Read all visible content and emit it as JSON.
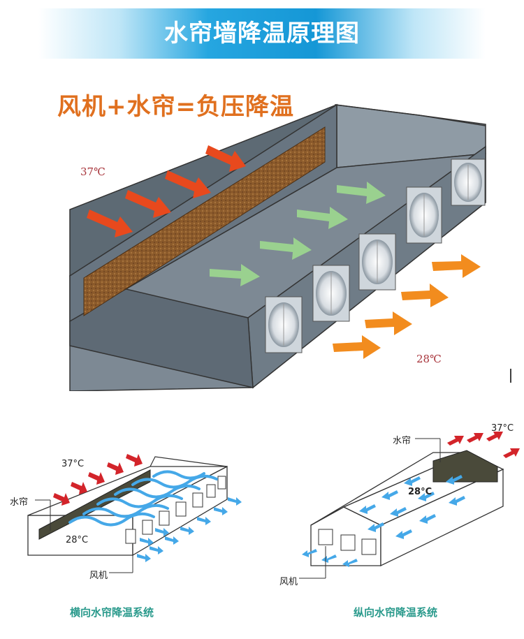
{
  "header": {
    "title": "水帘墙降温原理图",
    "bg_color": "#1597d6"
  },
  "main_diagram": {
    "formula": "风机+水帘=负压降温",
    "temp_outside": "37℃",
    "temp_inside": "28℃"
  },
  "left_diagram": {
    "temp_outside": "37°C",
    "temp_inside": "28°C",
    "label_curtain": "水帘",
    "label_fan": "风机",
    "caption": "横向水帘降温系统"
  },
  "right_diagram": {
    "temp_outside": "37°C",
    "temp_inside": "28°C",
    "label_curtain": "水帘",
    "label_fan": "风机",
    "caption": "纵向水帘降温系统"
  },
  "colors": {
    "hot_arrow": "#e8491d",
    "cool_arrow": "#9ad18f",
    "exhaust_arrow": "#f28c1e",
    "wall": "#6d7a85",
    "floor": "#7f8c96",
    "pad": "#8b5a2b",
    "blue_flow": "#45a8e8"
  }
}
